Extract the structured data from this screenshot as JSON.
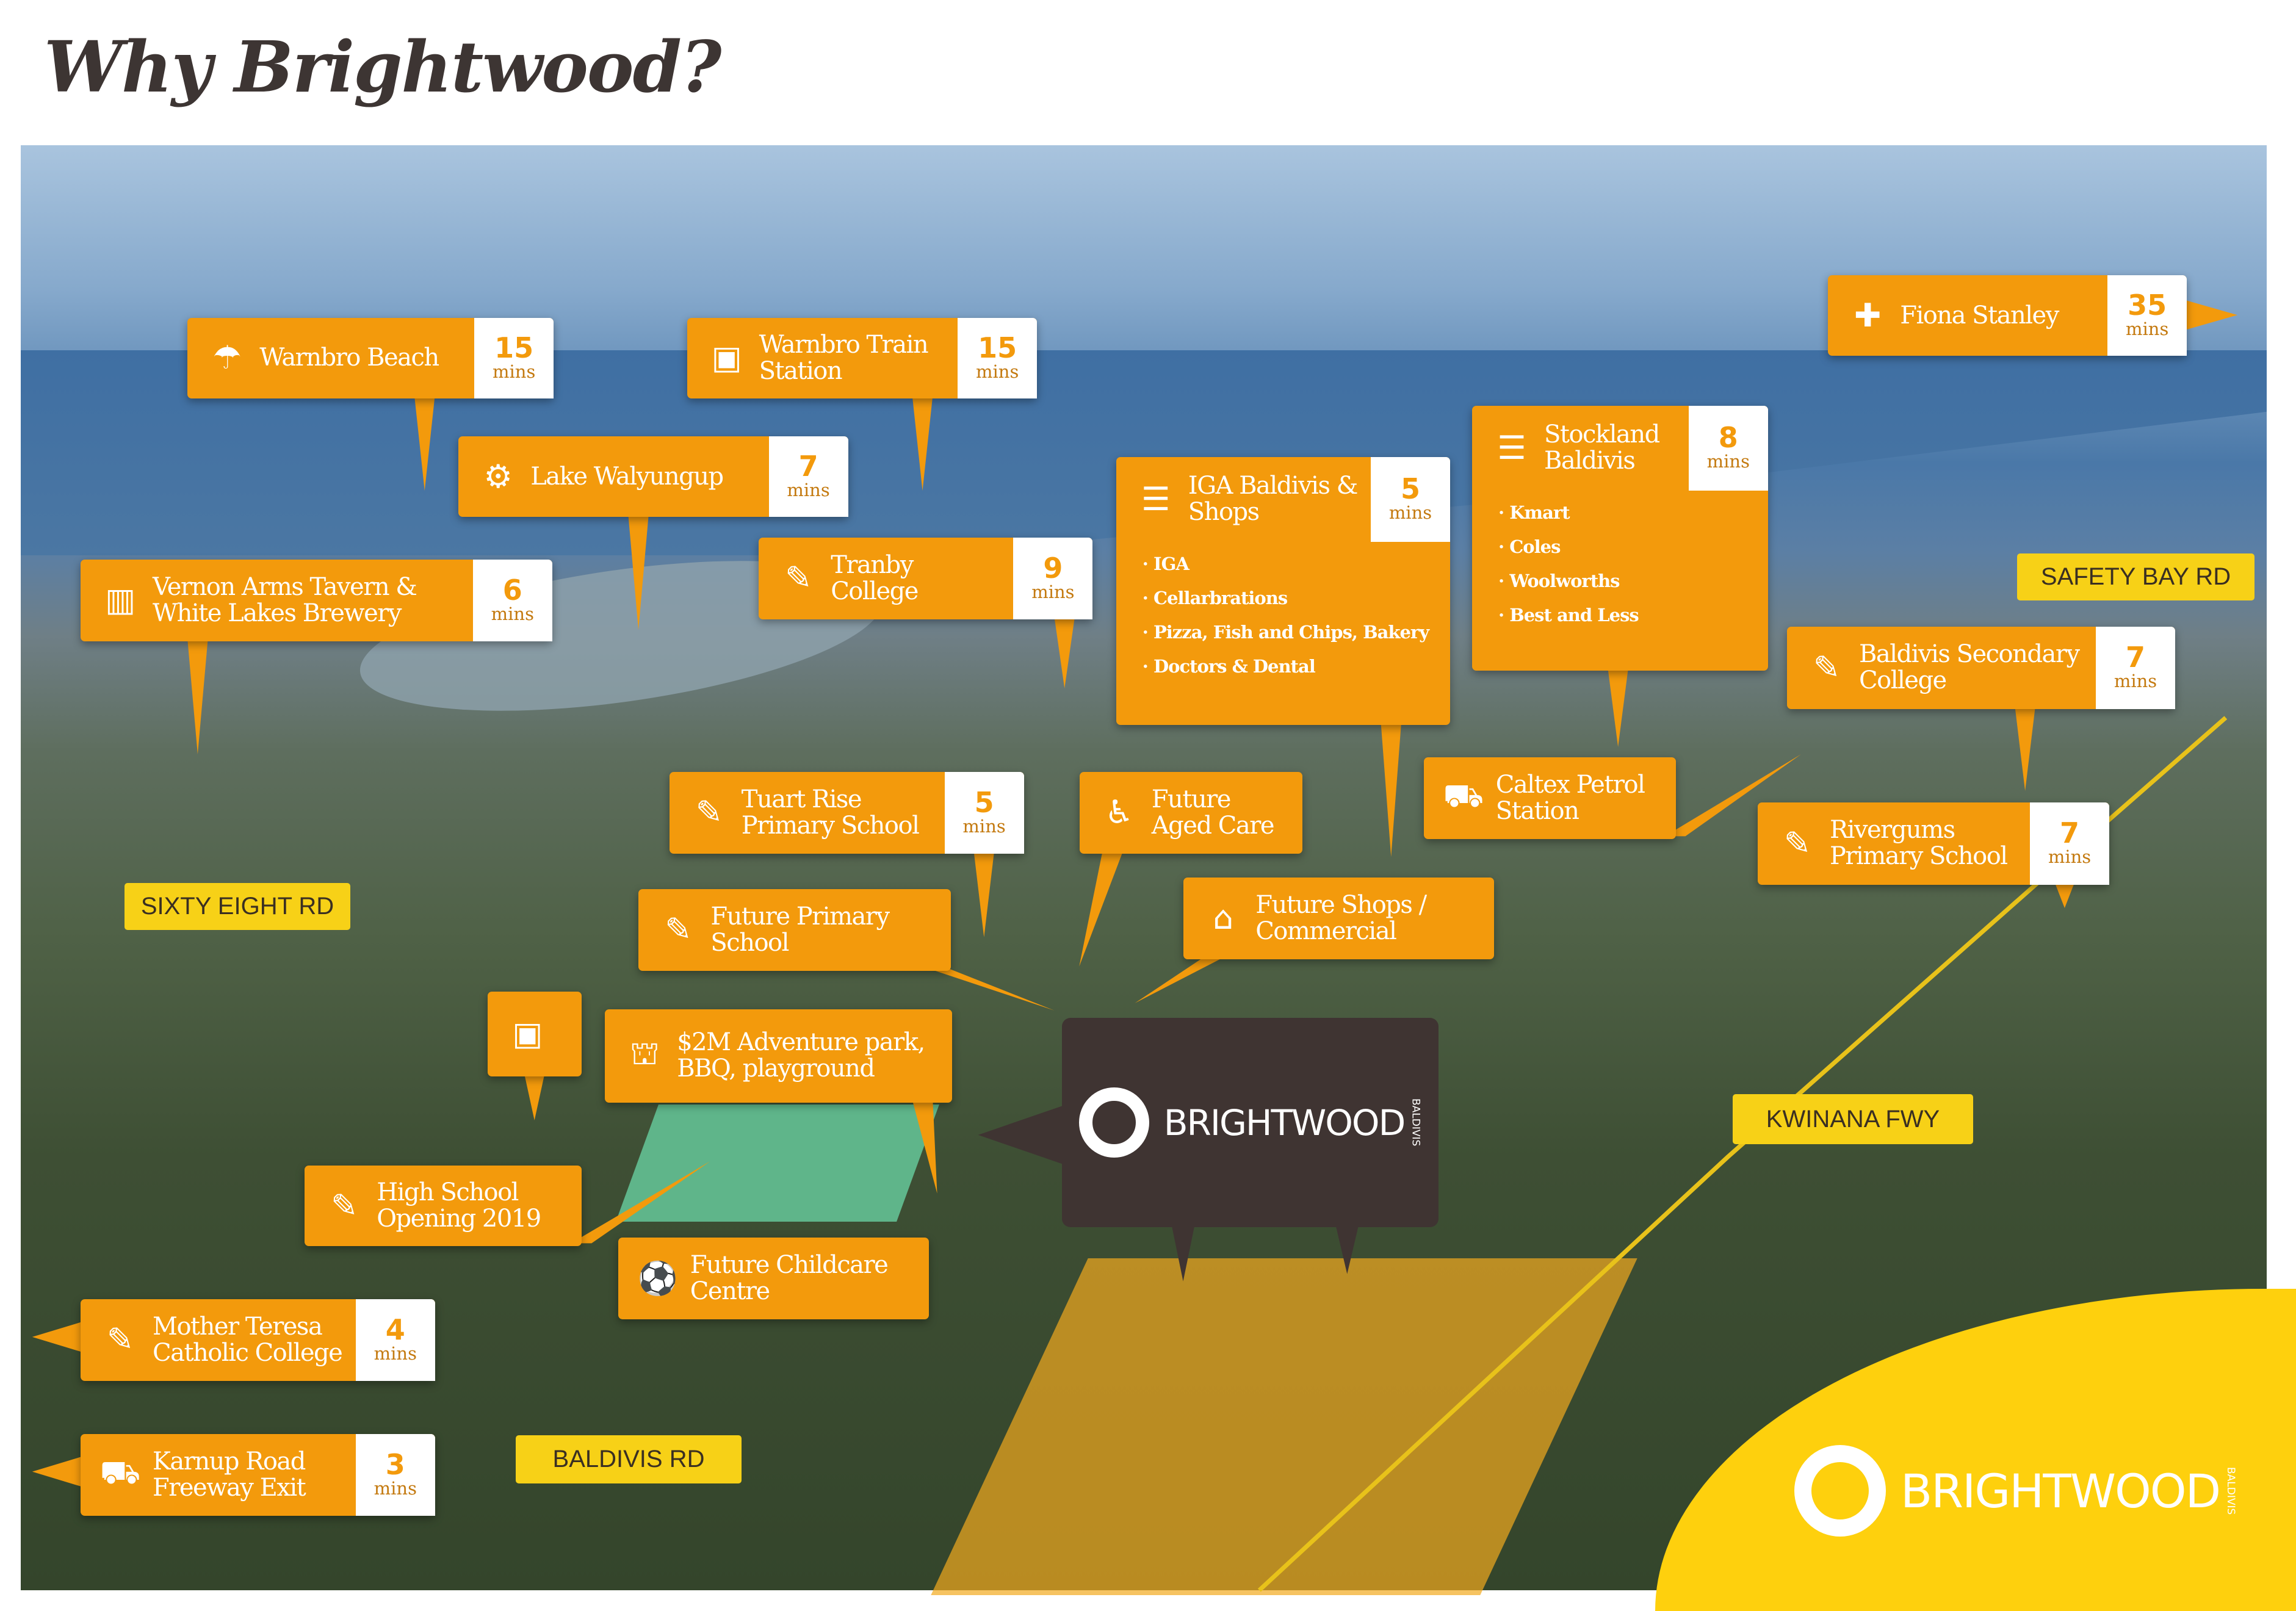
{
  "title": "Why Brightwood?",
  "callouts": [
    {
      "icon": "umbrella-icon",
      "glyph": "☂",
      "lines": "Warnbro Beach",
      "mins": "15"
    },
    {
      "icon": "train-icon",
      "glyph": "▣",
      "lines": "Warnbro Train Station",
      "mins": "15"
    },
    {
      "icon": "pedal-boat-icon",
      "glyph": "⚙",
      "lines": "Lake Walyungup",
      "mins": "7"
    },
    {
      "icon": "beer-icon",
      "glyph": "▥",
      "lines": "Vernon Arms Tavern & White Lakes Brewery",
      "mins": "6"
    },
    {
      "icon": "pencil-icon",
      "glyph": "✎",
      "lines": "Tranby College",
      "mins": "9"
    },
    {
      "icon": "basket-icon",
      "glyph": "☰",
      "lines": "IGA Baldivis & Shops",
      "mins": "5",
      "items": [
        "IGA",
        "Cellarbrations",
        "Pizza, Fish and Chips, Bakery",
        "Doctors & Dental"
      ]
    },
    {
      "icon": "basket-icon",
      "glyph": "☰",
      "lines": "Stockland Baldivis",
      "mins": "8",
      "items": [
        "Kmart",
        "Coles",
        "Woolworths",
        "Best and Less"
      ]
    },
    {
      "icon": "plus-icon",
      "glyph": "✚",
      "lines": "Fiona Stanley",
      "mins": "35"
    },
    {
      "icon": "pencil-icon",
      "glyph": "✎",
      "lines": "Baldivis Secondary College",
      "mins": "7"
    },
    {
      "icon": "car-icon",
      "glyph": "⛟",
      "lines": "Caltex Petrol Station"
    },
    {
      "icon": "pencil-icon",
      "glyph": "✎",
      "lines": "Tuart Rise Primary School",
      "mins": "5"
    },
    {
      "icon": "wheelchair-icon",
      "glyph": "♿",
      "lines": "Future Aged Care"
    },
    {
      "icon": "pencil-icon",
      "glyph": "✎",
      "lines": "Rivergums Primary School",
      "mins": "7"
    },
    {
      "icon": "pencil-icon",
      "glyph": "✎",
      "lines": "Future Primary School"
    },
    {
      "icon": "shop-icon",
      "glyph": "⌂",
      "lines": "Future Shops / Commercial"
    },
    {
      "icon": "bus-icon",
      "glyph": "▣"
    },
    {
      "icon": "playground-icon",
      "glyph": "⛫",
      "lines": "$2M Adventure park, BBQ, playground"
    },
    {
      "icon": "pencil-icon",
      "glyph": "✎",
      "lines": "High School Opening 2019"
    },
    {
      "icon": "ball-icon",
      "glyph": "⚽",
      "lines": "Future Childcare Centre"
    },
    {
      "icon": "pencil-icon",
      "glyph": "✎",
      "lines": "Mother Teresa Catholic College",
      "mins": "4"
    },
    {
      "icon": "car-icon",
      "glyph": "⛟",
      "lines": "Karnup Road Freeway Exit",
      "mins": "3"
    }
  ],
  "mins_label": "mins",
  "roads": [
    "SIXTY EIGHT RD",
    "SAFETY BAY RD",
    "KWINANA FWY",
    "BALDIVIS RD"
  ],
  "brand": {
    "name": "BRIGHTWOOD",
    "suburb": "BALDIVIS"
  },
  "colors": {
    "orange": "#f39a0c",
    "yellow": "#fed00d",
    "dark": "#3f3432"
  }
}
